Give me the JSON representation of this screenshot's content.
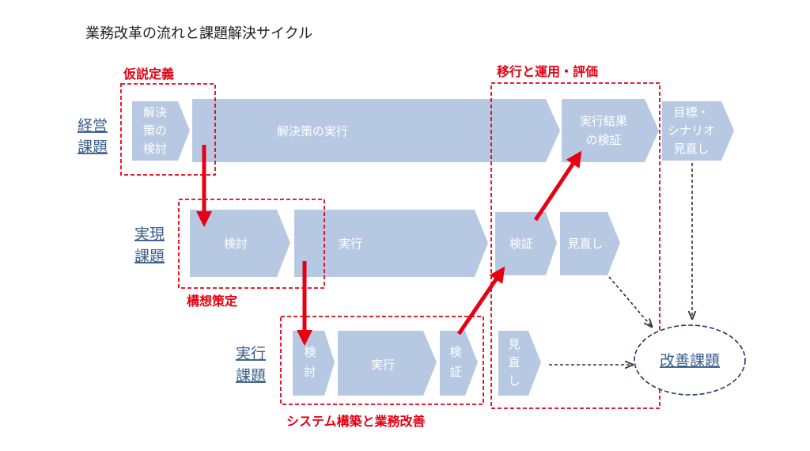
{
  "title": "業務改革の流れと課題解決サイクル",
  "rows": {
    "management": [
      "経営",
      "課題"
    ],
    "realization": [
      "実現",
      "課題"
    ],
    "execution": [
      "実行",
      "課題"
    ]
  },
  "stages": {
    "hypothesis": "仮説定義",
    "migration": "移行と運用・評価",
    "concept": "構想策定",
    "system": "システム構築と業務改善"
  },
  "arrows": {
    "m_study": [
      "解決",
      "策の",
      "検討"
    ],
    "m_exec": "解決策の実行",
    "m_verify": [
      "実行結果",
      "の検証"
    ],
    "m_review": [
      "目標・",
      "シナリオ",
      "見直し"
    ],
    "r_study": "検討",
    "r_exec": "実行",
    "r_verify": "検証",
    "r_review": "見直し",
    "e_study": [
      "検",
      "討"
    ],
    "e_exec": "実行",
    "e_verify": [
      "検",
      "証"
    ],
    "e_review": [
      "見",
      "直",
      "し"
    ]
  },
  "goal": "改善課題",
  "colors": {
    "arrow_fill": "#b7c9e2",
    "text_on_arrow": "#ffffff",
    "red": "#e60012",
    "label_blue": "#3a5e8c",
    "ellipse_border": "#1f3a66"
  }
}
